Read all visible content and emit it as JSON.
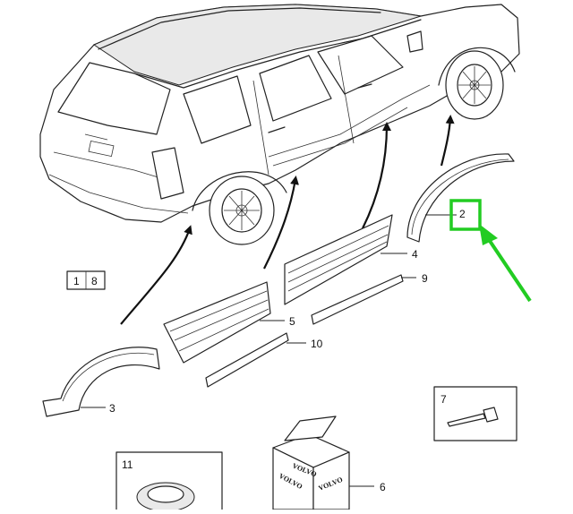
{
  "callouts": {
    "c1": "1",
    "c8": "8",
    "c2": "2",
    "c3": "3",
    "c4": "4",
    "c5": "5",
    "c6": "6",
    "c7": "7",
    "c9": "9",
    "c10": "10",
    "c11": "11"
  },
  "box_labels": {
    "volvo_top": "VOLVO",
    "volvo_left": "VOLVO",
    "volvo_right": "VOLVO"
  },
  "colors": {
    "highlight": "#22cc22",
    "lines": "#222222"
  }
}
